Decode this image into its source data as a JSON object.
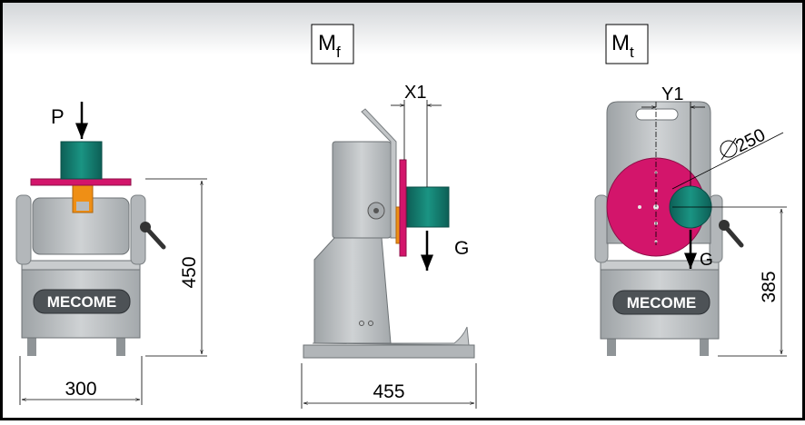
{
  "labels": {
    "mf_main": "M",
    "mf_sub": "f",
    "mt_main": "M",
    "mt_sub": "t",
    "force_p": "P",
    "x1": "X1",
    "y1": "Y1",
    "g_side": "G",
    "g_front": "G",
    "diameter": "250"
  },
  "dimensions": {
    "height_left": "450",
    "width_left": "300",
    "width_middle": "455",
    "height_right": "385"
  },
  "branding": {
    "logo_left": "MECOME",
    "logo_right": "MECOME"
  },
  "colors": {
    "steel": "#b9bdbf",
    "steel_dark": "#8a8f92",
    "table_magenta": "#d3156b",
    "workpiece_teal": "#127a6e",
    "bracket_orange": "#ef8f15",
    "frame_black": "#000000"
  }
}
